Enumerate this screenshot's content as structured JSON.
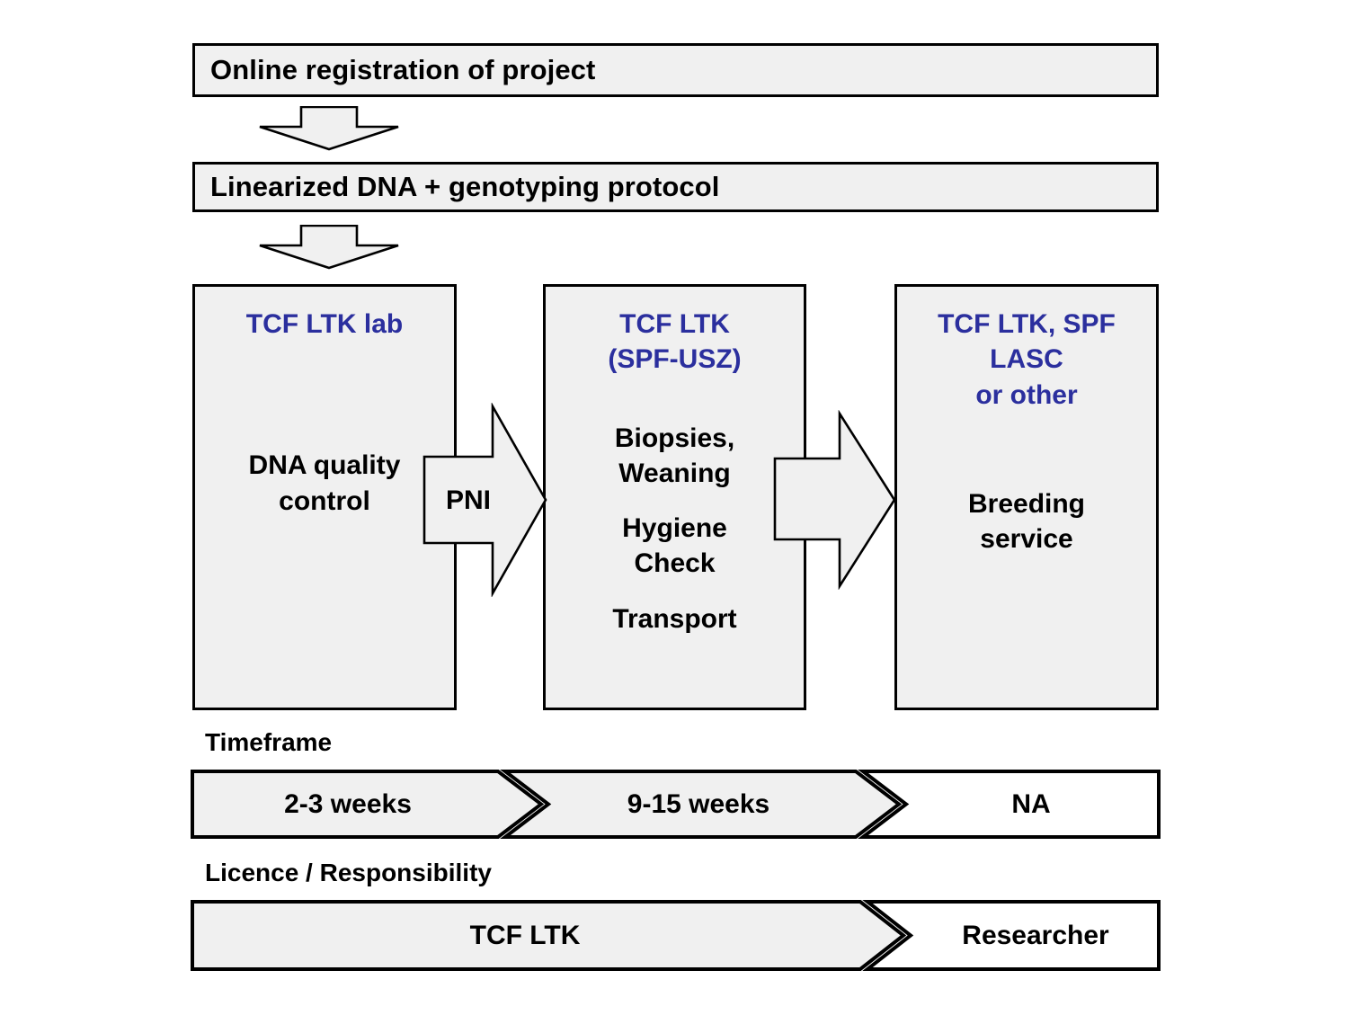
{
  "colors": {
    "header_blue": "#2b2f9e",
    "box_fill": "#f0f0f0",
    "white_fill": "#ffffff",
    "stroke": "#000000"
  },
  "steps": {
    "step1": "Online registration of project",
    "step2": "Linearized DNA + genotyping protocol"
  },
  "columns": [
    {
      "header": "TCF LTK lab",
      "body": "DNA quality\ncontrol"
    },
    {
      "header": "TCF LTK\n(SPF-USZ)",
      "body1": "Biopsies,\nWeaning",
      "body2": "Hygiene\nCheck",
      "body3": "Transport"
    },
    {
      "header": "TCF LTK, SPF\nLASC\nor other",
      "body": "Breeding\nservice"
    }
  ],
  "arrows": {
    "arrow1_label": "PNI",
    "arrow2_label": ""
  },
  "timeframe": {
    "caption": "Timeframe",
    "segments": [
      {
        "label": "2-3 weeks",
        "fill": "#f0f0f0"
      },
      {
        "label": "9-15 weeks",
        "fill": "#f0f0f0"
      },
      {
        "label": "NA",
        "fill": "#ffffff"
      }
    ]
  },
  "licence": {
    "caption": "Licence / Responsibility",
    "segments": [
      {
        "label": "TCF LTK",
        "fill": "#f0f0f0"
      },
      {
        "label": "Researcher",
        "fill": "#ffffff"
      }
    ]
  }
}
